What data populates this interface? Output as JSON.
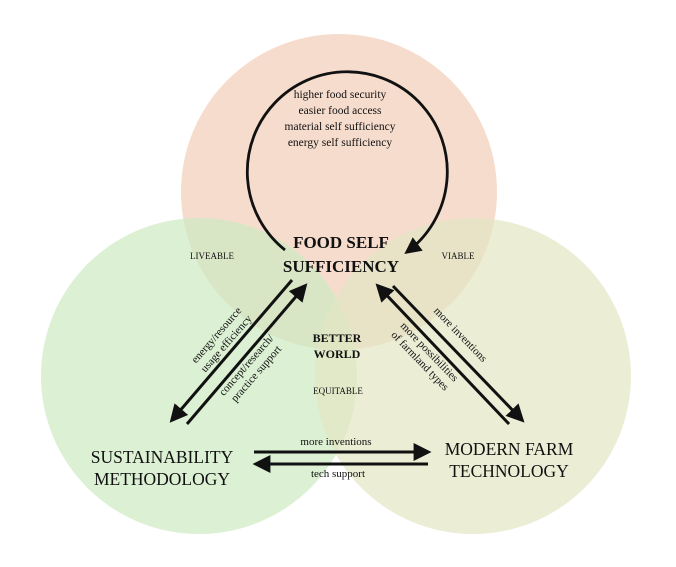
{
  "colors": {
    "top_circle": "#f2cdb8",
    "left_circle": "#cde9c2",
    "right_circle": "#e2e5c3",
    "arrow": "#111111"
  },
  "center": {
    "title_line1": "FOOD SELF",
    "title_line2": "SUFFICIENCY",
    "benefits": [
      "higher food security",
      "easier food access",
      "material self sufficiency",
      "energy self sufficiency"
    ]
  },
  "middle": {
    "line1": "BETTER",
    "line2": "WORLD"
  },
  "overlaps": {
    "liveable": "LIVEABLE",
    "viable": "VIABLE",
    "equitable": "EQUITABLE"
  },
  "nodes": {
    "sustainability_line1": "SUSTAINABILITY",
    "sustainability_line2": "METHODOLOGY",
    "farm_tech_line1": "MODERN FARM",
    "farm_tech_line2": "TECHNOLOGY"
  },
  "arrow_labels": {
    "left_outer_1": "energy/resource",
    "left_outer_2": "usage efficiency",
    "left_inner_1": "concept/research/",
    "left_inner_2": "practice support",
    "right_outer": "more inventions",
    "right_inner_1": "more possibilities",
    "right_inner_2": "of farmland types",
    "bottom_top": "more inventions",
    "bottom_bottom": "tech support"
  }
}
